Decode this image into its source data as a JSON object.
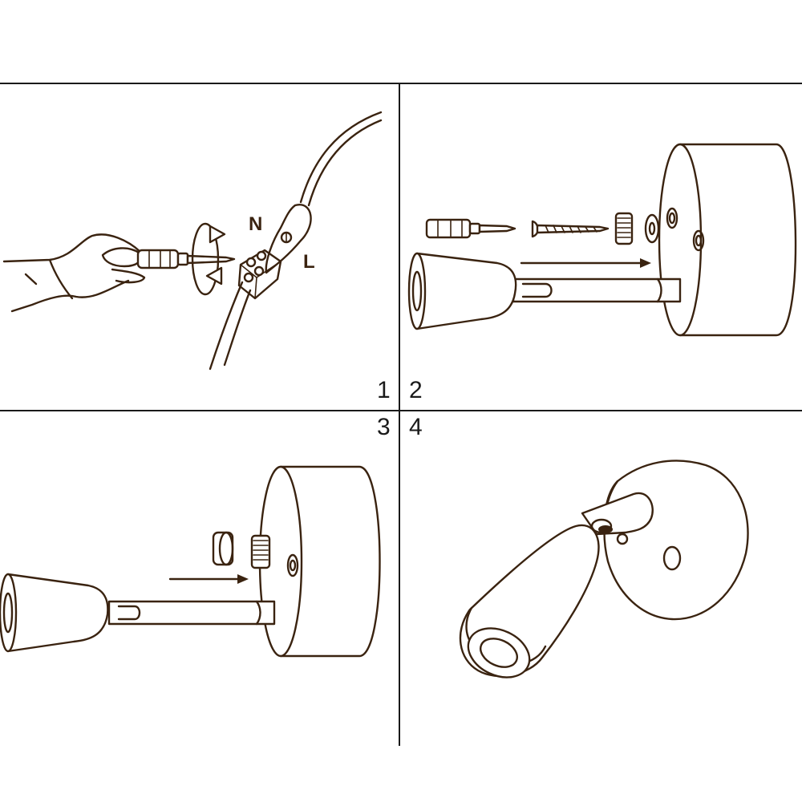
{
  "steps": [
    {
      "number": "1",
      "wire_labels": {
        "neutral": "N",
        "live": "L"
      }
    },
    {
      "number": "2"
    },
    {
      "number": "3"
    },
    {
      "number": "4"
    }
  ],
  "colors": {
    "line": "#3a2310",
    "frame": "#1a1a1a",
    "background": "#ffffff"
  }
}
